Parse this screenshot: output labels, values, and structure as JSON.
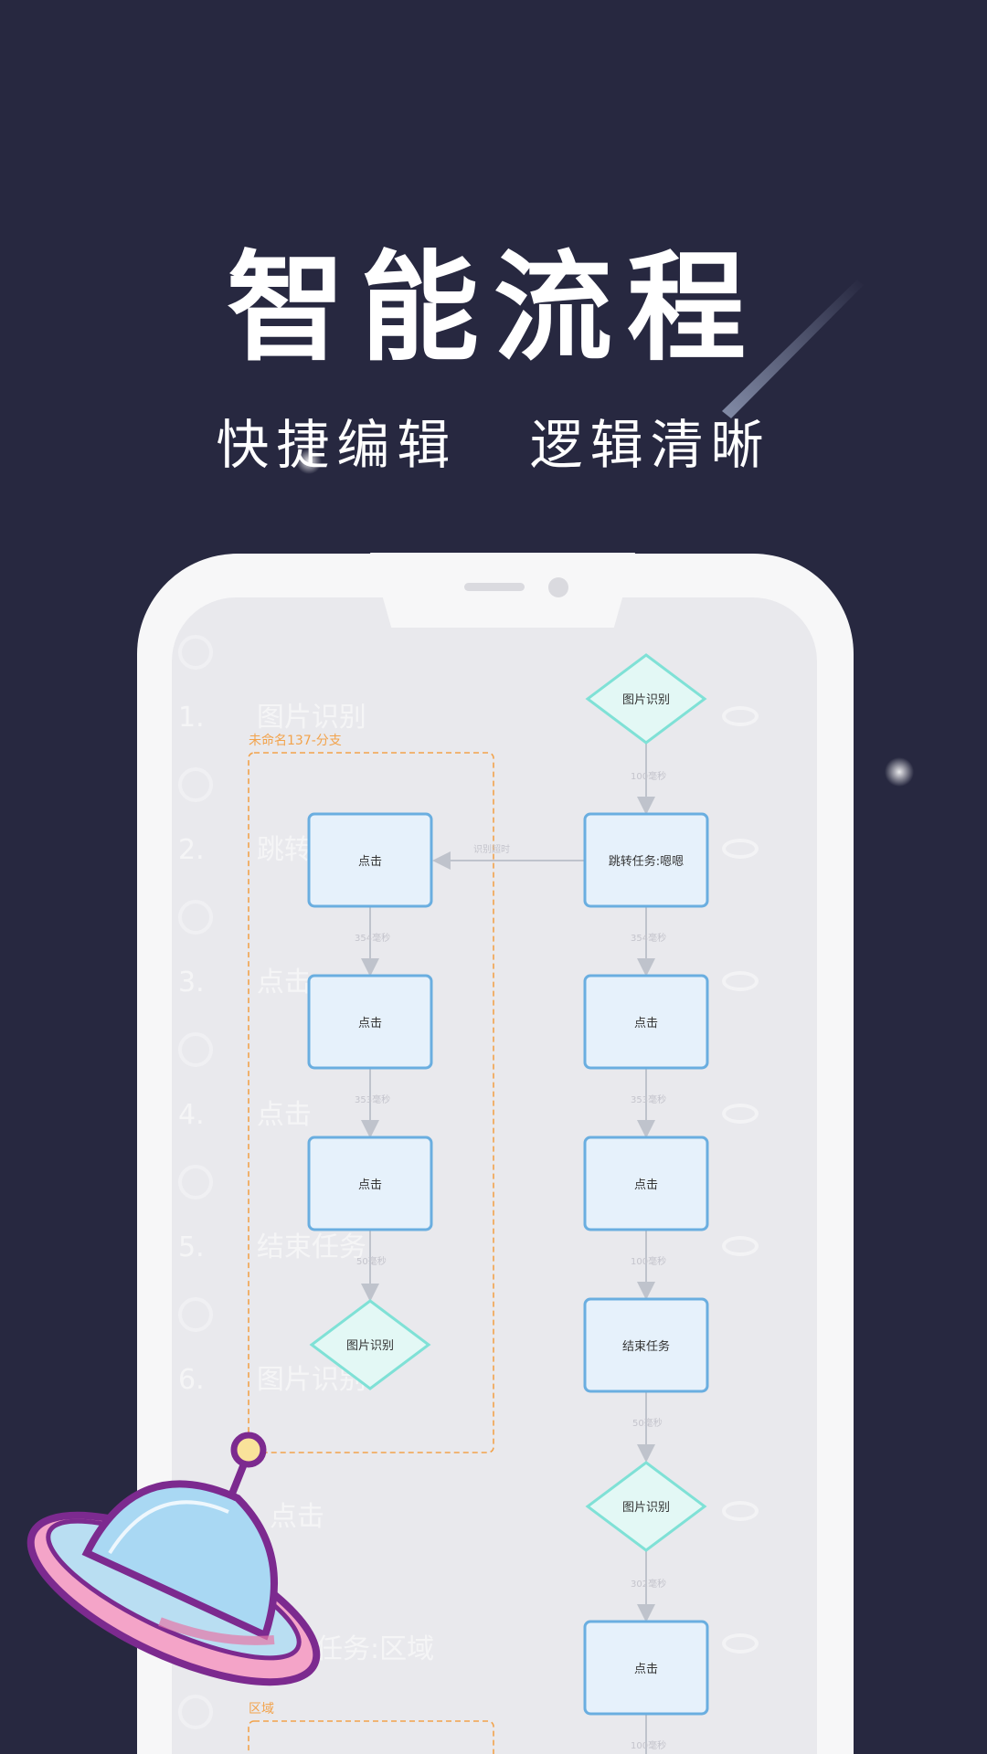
{
  "hero": {
    "title": "智能流程",
    "subtitle": "快捷编辑   逻辑清晰"
  },
  "colors": {
    "background": "#272840",
    "node_fill": "#e6f1fb",
    "node_stroke": "#6aaee0",
    "diamond_fill": "#e3f8f5",
    "diamond_stroke": "#7fe1d6",
    "edge": "#bfc3cc",
    "group_border": "#f2a34c"
  },
  "ghost_list": [
    {
      "index": "1.",
      "label": "图片识别"
    },
    {
      "index": "2.",
      "label": "跳转任务:嗯嗯"
    },
    {
      "index": "3.",
      "label": "点击"
    },
    {
      "index": "4.",
      "label": "点击"
    },
    {
      "index": "5.",
      "label": "结束任务"
    },
    {
      "index": "6.",
      "label": "图片识别"
    },
    {
      "index": "",
      "label": "点击"
    },
    {
      "index": "",
      "label": "任务:区域"
    }
  ],
  "flow": {
    "groups": [
      {
        "label": "未命名137-分支"
      },
      {
        "label": "区域"
      }
    ],
    "nodes": [
      {
        "label": "图片识别"
      },
      {
        "label": "跳转任务:嗯嗯"
      },
      {
        "label": "点击"
      },
      {
        "label": "点击"
      },
      {
        "label": "结束任务"
      },
      {
        "label": "图片识别"
      },
      {
        "label": "点击"
      },
      {
        "label": "点击"
      },
      {
        "label": "点击"
      },
      {
        "label": "点击"
      },
      {
        "label": "图片识别"
      }
    ],
    "edges": [
      {
        "label": "100毫秒"
      },
      {
        "label": "354毫秒"
      },
      {
        "label": "353毫秒"
      },
      {
        "label": "100毫秒"
      },
      {
        "label": "50毫秒"
      },
      {
        "label": "302毫秒"
      },
      {
        "label": "100毫秒"
      },
      {
        "label": "识别超时"
      },
      {
        "label": "354毫秒"
      },
      {
        "label": "353毫秒"
      },
      {
        "label": "50毫秒"
      }
    ]
  }
}
